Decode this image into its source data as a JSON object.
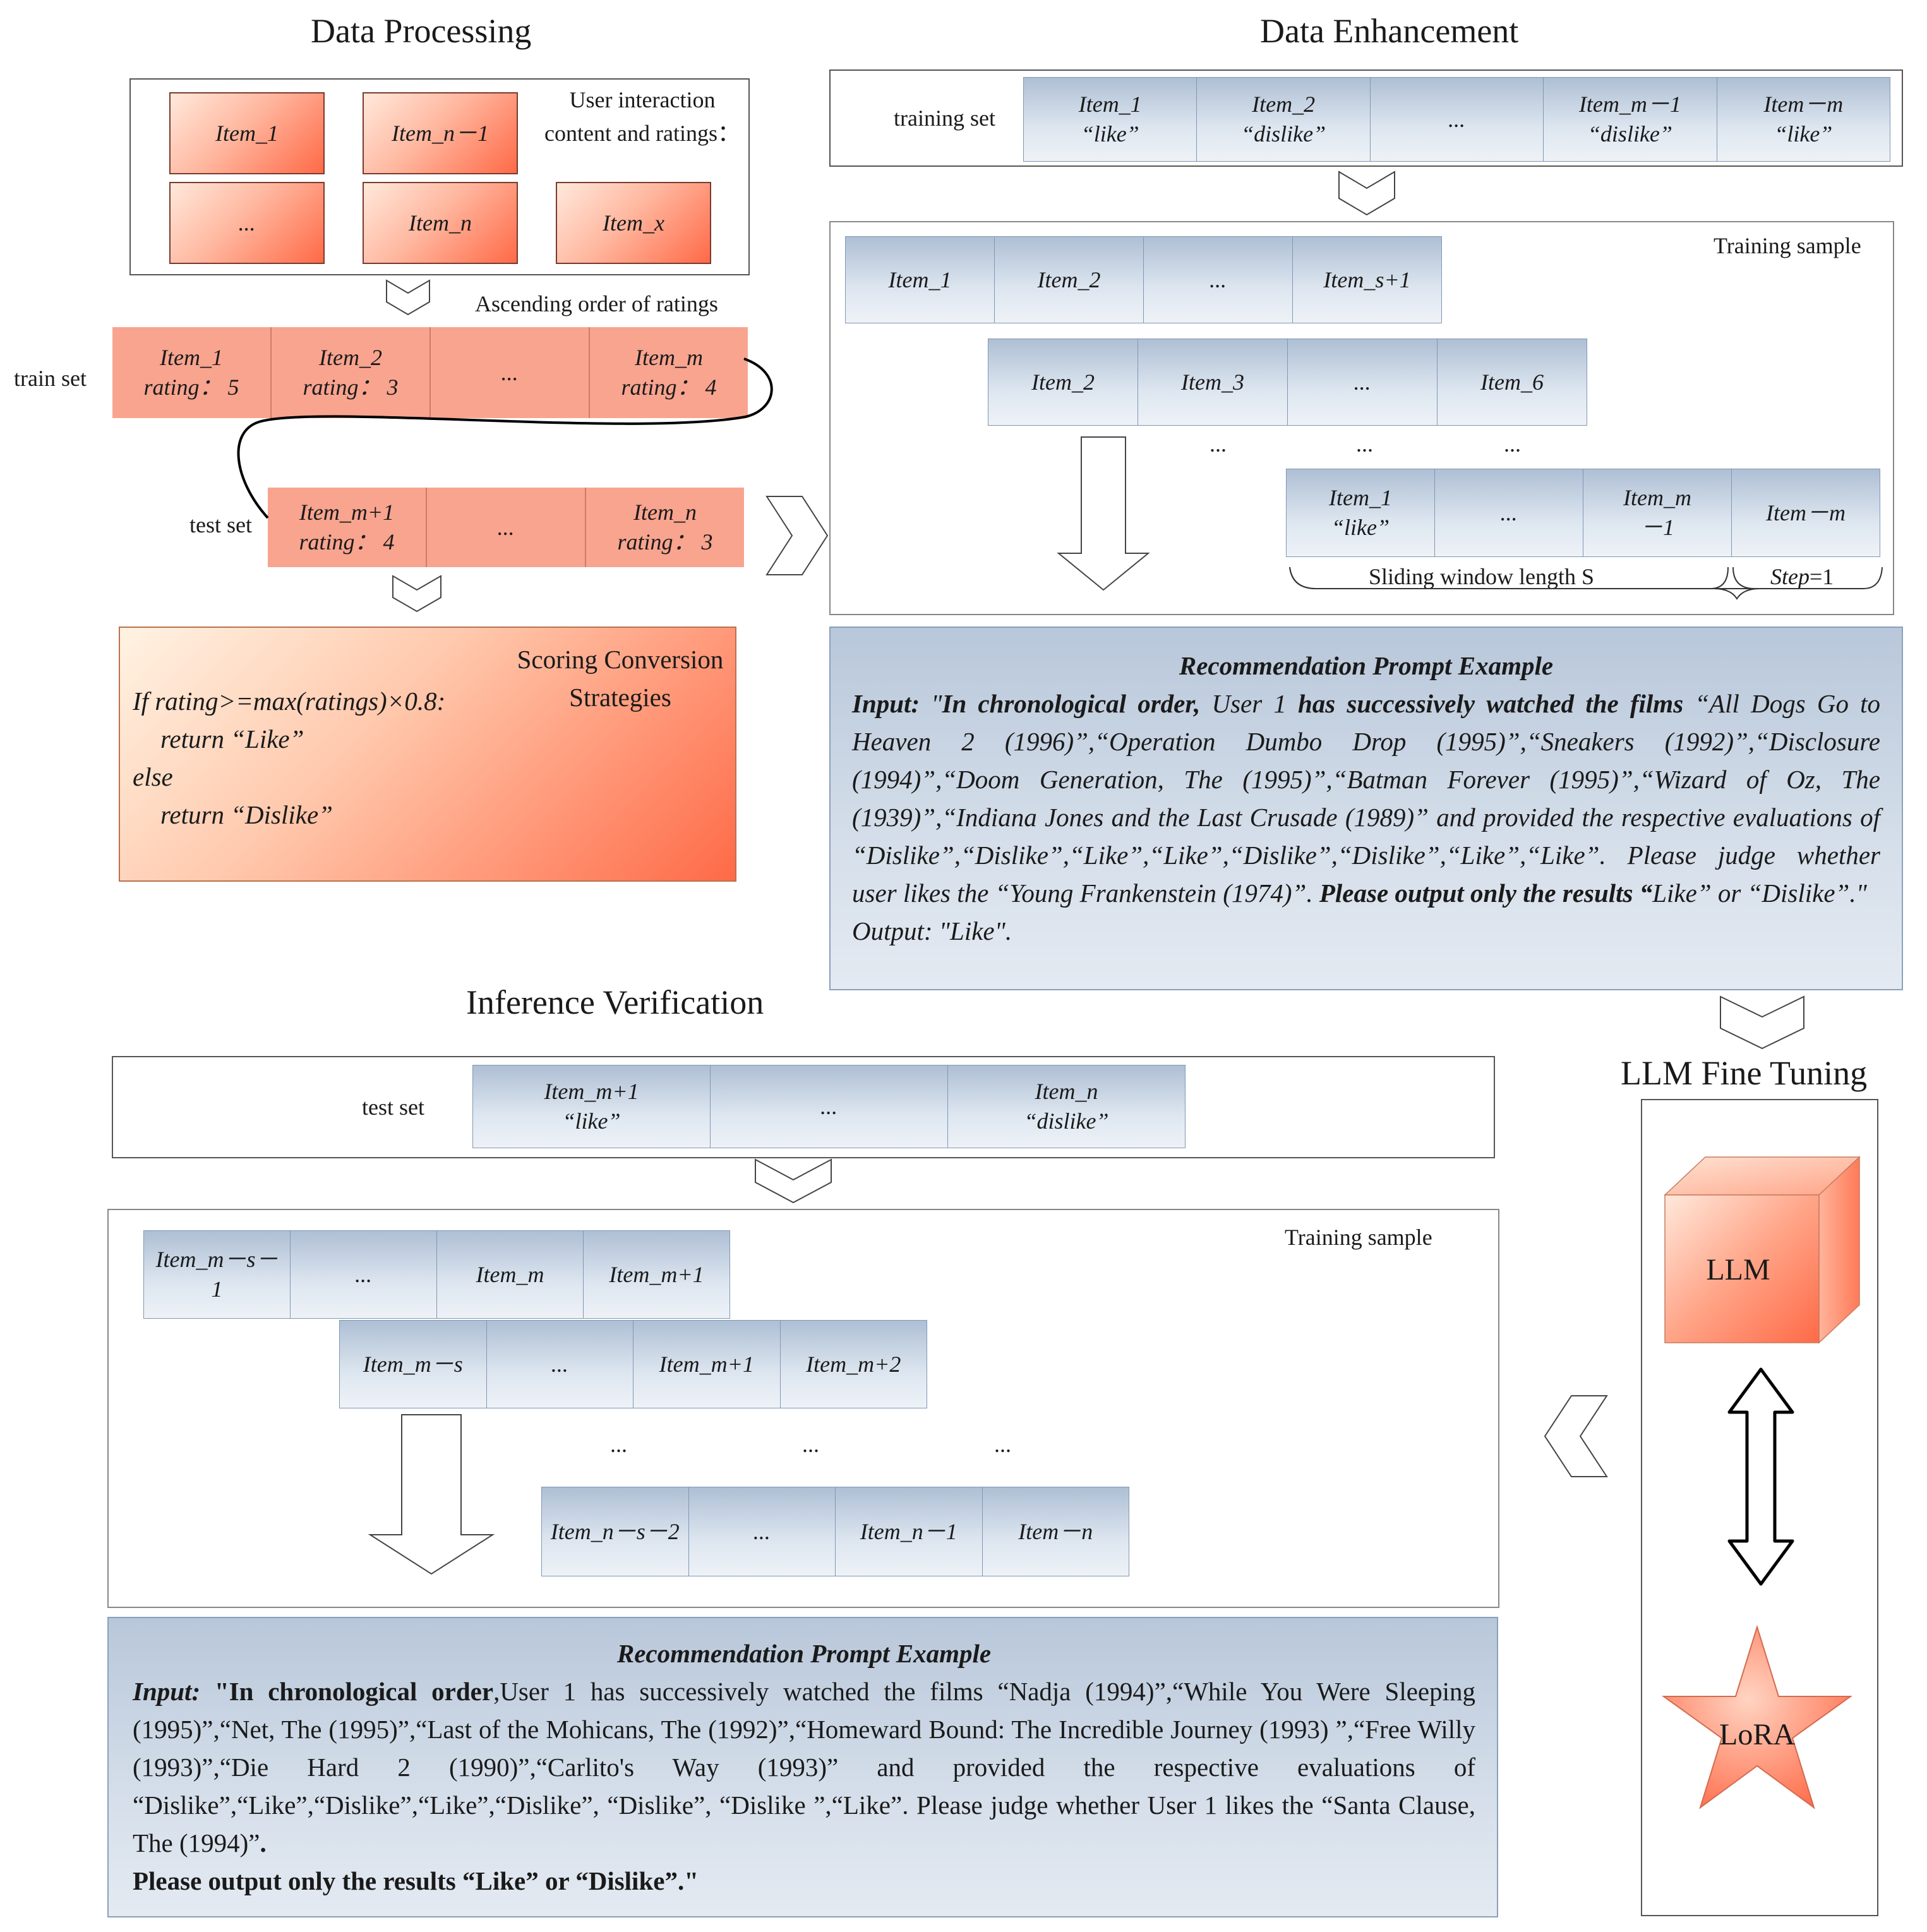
{
  "titles": {
    "data_processing": "Data Processing",
    "data_enhancement": "Data Enhancement",
    "inference_verification": "Inference Verification",
    "llm_fine_tuning": "LLM Fine Tuning"
  },
  "processing": {
    "items": [
      "Item_1",
      "Item_n－1",
      "...",
      "Item_n",
      "Item_x"
    ],
    "user_interaction_label": "User interaction content and ratings：",
    "ascending_label": "Ascending order of ratings",
    "train_set_label": "train set",
    "test_set_label": "test set",
    "train_cells": [
      {
        "name": "Item_1",
        "rating": "rating：  5"
      },
      {
        "name": "Item_2",
        "rating": "rating：  3"
      },
      {
        "name": "...",
        "rating": ""
      },
      {
        "name": "Item_m",
        "rating": "rating：  4"
      }
    ],
    "test_cells": [
      {
        "name": "Item_m+1",
        "rating": "rating：  4"
      },
      {
        "name": "...",
        "rating": ""
      },
      {
        "name": "Item_n",
        "rating": "rating：  3"
      }
    ],
    "strategy_title": "Scoring Conversion Strategies",
    "strategy_lines": [
      "If rating>=max(ratings)×0.8:",
      "return “Like”",
      "else",
      "return “Dislike”"
    ]
  },
  "enhancement": {
    "training_set_label": "training set",
    "training_set_cells": [
      {
        "name": "Item_1",
        "label": "“like”"
      },
      {
        "name": "Item_2",
        "label": "“dislike”"
      },
      {
        "name": "...",
        "label": ""
      },
      {
        "name": "Item_m－1",
        "label": "“dislike”"
      },
      {
        "name": "Item－m",
        "label": "“like”"
      }
    ],
    "training_sample_label": "Training sample",
    "row1": [
      "Item_1",
      "Item_2",
      "...",
      "Item_s+1"
    ],
    "row2": [
      "Item_2",
      "Item_3",
      "...",
      "Item_6"
    ],
    "row3": [
      {
        "name": "Item_1",
        "label": "“like”"
      },
      {
        "name": "...",
        "label": ""
      },
      {
        "name": "Item_m",
        "label": "－1"
      },
      {
        "name": "Item－m",
        "label": ""
      }
    ],
    "ellipses": [
      "...",
      "...",
      "..."
    ],
    "sliding_window_label": "Sliding window length  S",
    "step_label_italic": "Step",
    "step_label_value": "=1"
  },
  "prompt1": {
    "title": "Recommendation Prompt Example",
    "segments": [
      {
        "t": "Input: ",
        "b": true,
        "i": true
      },
      {
        "t": "\"",
        "b": false,
        "i": true
      },
      {
        "t": "In chronological order,",
        "b": true,
        "i": true
      },
      {
        "t": " User 1 ",
        "b": false,
        "i": true
      },
      {
        "t": "has successively watched the films",
        "b": true,
        "i": true
      },
      {
        "t": " “All Dogs Go to Heaven 2 (1996)”,“Operation Dumbo Drop (1995)”,“Sneakers (1992)”,“Disclosure (1994)”,“Doom Generation, The (1995)”,“Batman Forever (1995)”,“Wizard of Oz, The (1939)”,“Indiana Jones and the Last Crusade (1989)” and provided the respective evaluations of “Dislike”,“Dislike”,“Like”,“Like”,“Dislike”,“Dislike”,“Like”,“Like”. Please judge whether user likes the “Young Frankenstein (1974)”. ",
        "b": false,
        "i": true
      },
      {
        "t": "Please output only the results “",
        "b": true,
        "i": true
      },
      {
        "t": "Like” or “Dislike”.\"",
        "b": false,
        "i": true
      }
    ],
    "output": "Output: \"Like\"."
  },
  "inference": {
    "test_set_label": "test set",
    "test_cells": [
      {
        "name": "Item_m+1",
        "label": "“like”"
      },
      {
        "name": "...",
        "label": ""
      },
      {
        "name": "Item_n",
        "label": "“dislike”"
      }
    ],
    "training_sample_label": "Training sample",
    "row1": [
      "Item_m－s－1",
      "...",
      "Item_m",
      "Item_m+1"
    ],
    "row2": [
      "Item_m－s",
      "...",
      "Item_m+1",
      "Item_m+2"
    ],
    "row3": [
      "Item_n－s－2",
      "...",
      "Item_n－1",
      "Item－n"
    ],
    "ellipses": [
      "...",
      "...",
      "..."
    ]
  },
  "llm": {
    "cube_label": "LLM",
    "star_label": "LoRA"
  },
  "prompt2": {
    "title": "Recommendation Prompt Example",
    "segments": [
      {
        "t": "Input: ",
        "b": true,
        "i": true
      },
      {
        "t": "\"In chronological order",
        "b": true,
        "i": false
      },
      {
        "t": ",User 1 has successively watched the films “Nadja (1994)”,“While You Were Sleeping (1995)”,“Net, The (1995)”,“Last of the Mohicans, The (1992)”,“Homeward Bound: The Incredible Journey (1993) ”,“Free Willy (1993)”,“Die Hard 2 (1990)”,“Carlito's Way (1993)” and provided the respective evaluations of “Dislike”,“Like”,“Dislike”,“Like”,“Dislike”, “Dislike”, “Dislike ”,“Like”. Please judge whether User 1 likes the “Santa Clause, The (1994)”",
        "b": false,
        "i": false
      },
      {
        "t": ".",
        "b": true,
        "i": false
      }
    ],
    "last_line": "Please output only the results “Like” or “Dislike”.\""
  }
}
